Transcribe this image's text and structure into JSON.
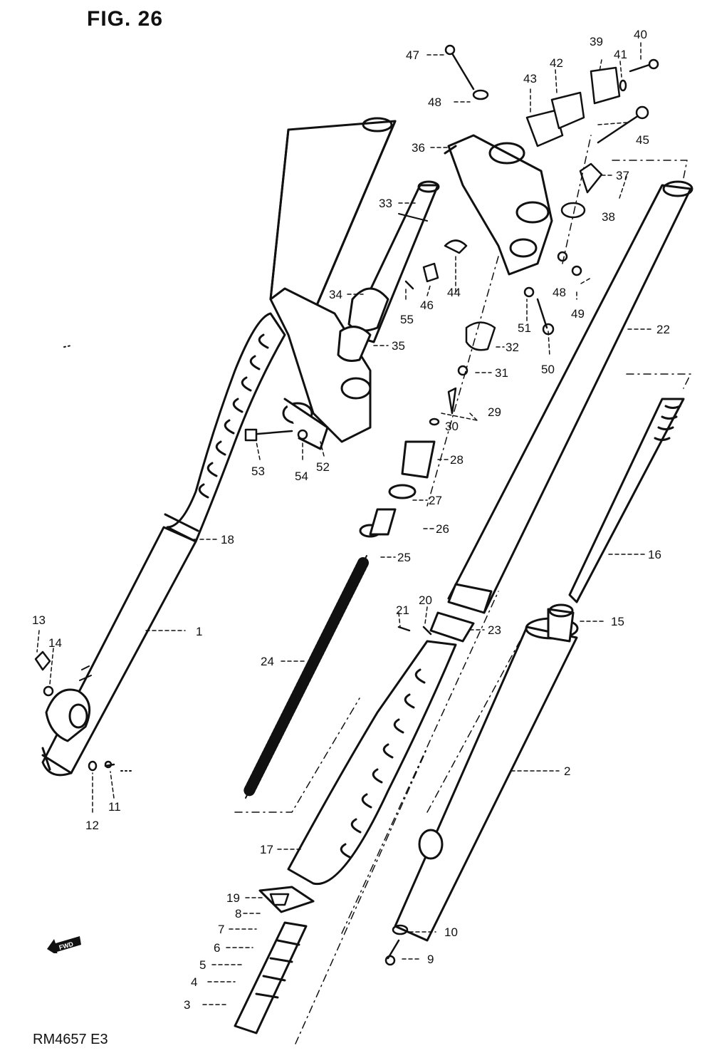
{
  "figure_title": "FIG. 26",
  "reference_code": "RM4657 E3",
  "fwd_icon": "fwd-arrow-icon",
  "parts": [
    {
      "id": "p1",
      "label": "1"
    },
    {
      "id": "p2",
      "label": "2"
    },
    {
      "id": "p3",
      "label": "3"
    },
    {
      "id": "p4",
      "label": "4"
    },
    {
      "id": "p5",
      "label": "5"
    },
    {
      "id": "p6",
      "label": "6"
    },
    {
      "id": "p7",
      "label": "7"
    },
    {
      "id": "p8",
      "label": "8"
    },
    {
      "id": "p9",
      "label": "9"
    },
    {
      "id": "p10",
      "label": "10"
    },
    {
      "id": "p11",
      "label": "11"
    },
    {
      "id": "p12",
      "label": "12"
    },
    {
      "id": "p13",
      "label": "13"
    },
    {
      "id": "p14",
      "label": "14"
    },
    {
      "id": "p15",
      "label": "15"
    },
    {
      "id": "p16",
      "label": "16"
    },
    {
      "id": "p17",
      "label": "17"
    },
    {
      "id": "p18",
      "label": "18"
    },
    {
      "id": "p19",
      "label": "19"
    },
    {
      "id": "p20",
      "label": "20"
    },
    {
      "id": "p21",
      "label": "21"
    },
    {
      "id": "p22",
      "label": "22"
    },
    {
      "id": "p23",
      "label": "23"
    },
    {
      "id": "p24",
      "label": "24"
    },
    {
      "id": "p25",
      "label": "25"
    },
    {
      "id": "p26",
      "label": "26"
    },
    {
      "id": "p27",
      "label": "27"
    },
    {
      "id": "p28",
      "label": "28"
    },
    {
      "id": "p29",
      "label": "29"
    },
    {
      "id": "p30",
      "label": "30"
    },
    {
      "id": "p31",
      "label": "31"
    },
    {
      "id": "p32",
      "label": "32"
    },
    {
      "id": "p33",
      "label": "33"
    },
    {
      "id": "p34",
      "label": "34"
    },
    {
      "id": "p35",
      "label": "35"
    },
    {
      "id": "p36",
      "label": "36"
    },
    {
      "id": "p37",
      "label": "37"
    },
    {
      "id": "p38",
      "label": "38"
    },
    {
      "id": "p39",
      "label": "39"
    },
    {
      "id": "p40",
      "label": "40"
    },
    {
      "id": "p41",
      "label": "41"
    },
    {
      "id": "p42",
      "label": "42"
    },
    {
      "id": "p43",
      "label": "43"
    },
    {
      "id": "p44",
      "label": "44"
    },
    {
      "id": "p45",
      "label": "45"
    },
    {
      "id": "p46",
      "label": "46"
    },
    {
      "id": "p47",
      "label": "47"
    },
    {
      "id": "p48a",
      "label": "48"
    },
    {
      "id": "p48b",
      "label": "48"
    },
    {
      "id": "p49",
      "label": "49"
    },
    {
      "id": "p50",
      "label": "50"
    },
    {
      "id": "p51",
      "label": "51"
    },
    {
      "id": "p52",
      "label": "52"
    },
    {
      "id": "p53",
      "label": "53"
    },
    {
      "id": "p54",
      "label": "54"
    },
    {
      "id": "p55",
      "label": "55"
    }
  ]
}
